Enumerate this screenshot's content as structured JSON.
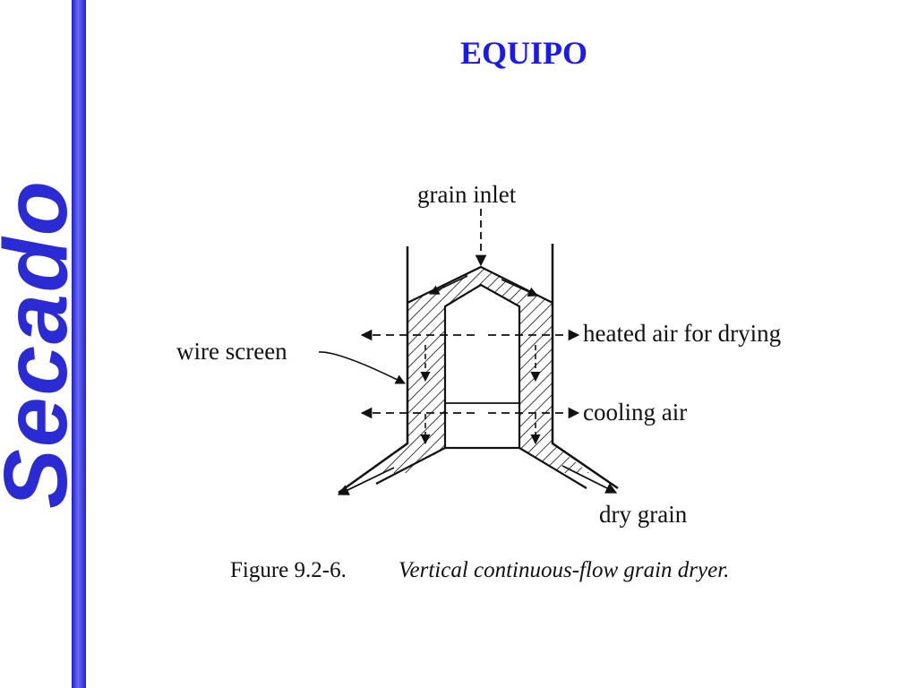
{
  "sidebar": {
    "text": "Secado",
    "color": "#2b2bd6"
  },
  "slide": {
    "title": "EQUIPO",
    "title_color": "#1a1aee"
  },
  "diagram": {
    "labels": {
      "grain_inlet": "grain inlet",
      "heated_air": "heated air for drying",
      "wire_screen": "wire screen",
      "cooling_air": "cooling air",
      "dry_grain": "dry grain"
    },
    "caption": {
      "number": "Figure 9.2-6.",
      "text": "Vertical continuous-flow grain dryer."
    }
  }
}
